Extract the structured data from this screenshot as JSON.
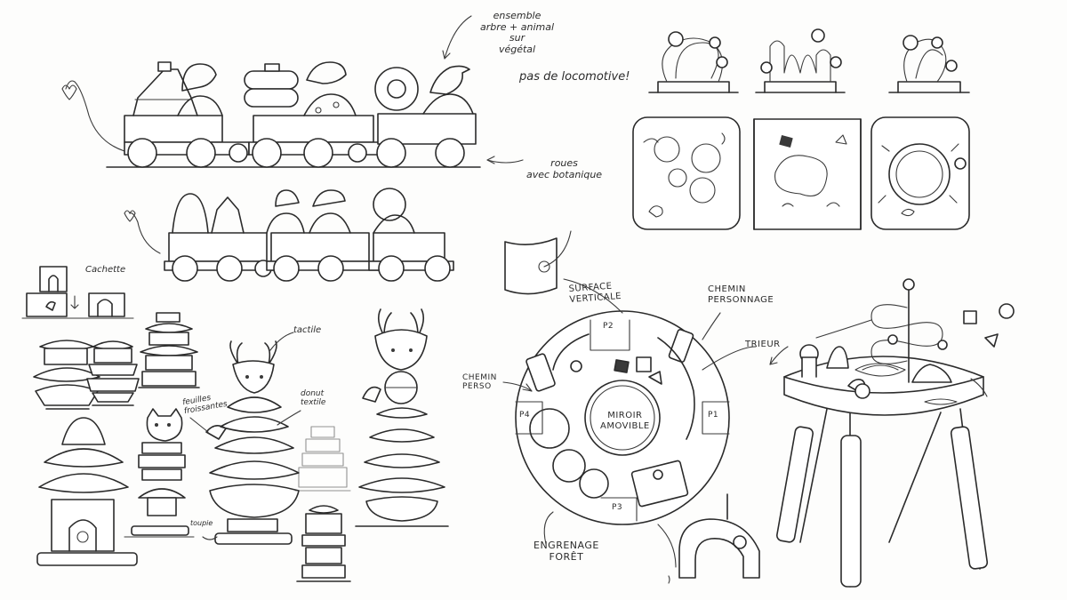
{
  "notes": {
    "train_set": "ensemble\narbre + animal\nsur\nvégétal",
    "no_loco": "pas de locomotive!",
    "wheels": "roues\navec botanique",
    "hide": "Cachette",
    "tactile": "tactile",
    "leaves": "feuilles\nfroissantes",
    "donut": "donut\ntextile",
    "toupie": "toupie"
  },
  "table": {
    "vertical_surface": "SURFACE\nVERTICALE",
    "char_path_top": "CHEMIN\nPERSONNAGE",
    "char_path_left": "CHEMIN\nPERSO",
    "sorter": "TRIEUR",
    "mirror": "MIROIR\nAMOVIBLE",
    "gears": "ENGRENAGE\nFORÊT",
    "p1": "P1",
    "p2": "P2",
    "p3": "P3",
    "p4": "P4"
  }
}
